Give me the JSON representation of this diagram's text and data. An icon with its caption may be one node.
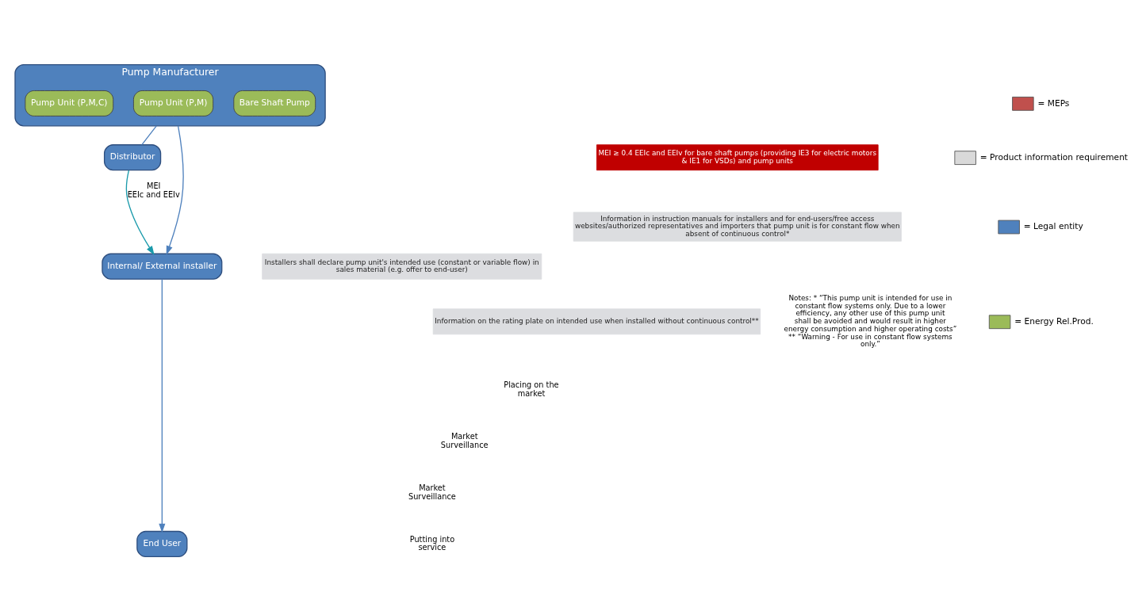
{
  "diagram": {
    "nodes": [
      {
        "text": [
          "Pump Manufacturer"
        ]
      },
      {
        "text": [
          "Bare Shaft Pump"
        ],
        "in": 0
      },
      {
        "text": [
          "Pump Unit (P,M)"
        ],
        "in": 0
      },
      {
        "text": [
          "Pump Unit (P,M,C)"
        ],
        "in": 0
      },
      {
        "text": [
          "MEI ≥ 0.4 EEIc and EEIv for bare shaft pumps (providing IE3 for electric motors & IE1 for VSDs) and pump units"
        ]
      },
      {
        "text": [
          "Information in instruction manuals for installers and for end-users/free access websites/authorized representatives and importers that pump unit is for constant flow when absent of continuous control*"
        ]
      },
      {
        "text": [
          "Information on the rating plate on intended use when installed without continuous control**"
        ]
      },
      {
        "text": [
          "Distributor"
        ]
      },
      {
        "text": [
          "Internal/ External installer"
        ]
      },
      {
        "text": [
          "Installers shall declare pump unit's intended use (constant or variable flow) in sales material (e.g. offer to end-user)"
        ]
      },
      {
        "text": [
          "End User"
        ]
      }
    ],
    "edges": [
      {
        "from": 0,
        "to": 7,
        "arrow": "none"
      },
      {
        "from": 0,
        "to": 8,
        "arrow": "to"
      },
      {
        "from": 7,
        "to": 8,
        "arrow": "to",
        "label": "MEI EEIc and EEIv",
        "color": "#1a9aab"
      },
      {
        "from": 8,
        "to": 10,
        "arrow": "to"
      }
    ],
    "labels": [
      "Placing on the market",
      "Market Surveillance",
      "Notes: * “This pump unit is intended for use in constant flow systems only. Due to a lower efficiency, any other use of this pump unit shall be avoided and would result in higher energy consumption and higher operating costs” ** “Warning - For use in constant flow systems only.”",
      "Market Surveillance",
      "Putting into service"
    ],
    "legend": [
      {
        "text": "= MEPs",
        "color": "#c0504d"
      },
      {
        "text": "= Product information requirement",
        "color": "#d9d9d9"
      },
      {
        "text": "= Legal entity",
        "color": "#4f81bd"
      },
      {
        "text": "= Energy Rel.Prod.",
        "color": "#9bbb59"
      }
    ]
  }
}
